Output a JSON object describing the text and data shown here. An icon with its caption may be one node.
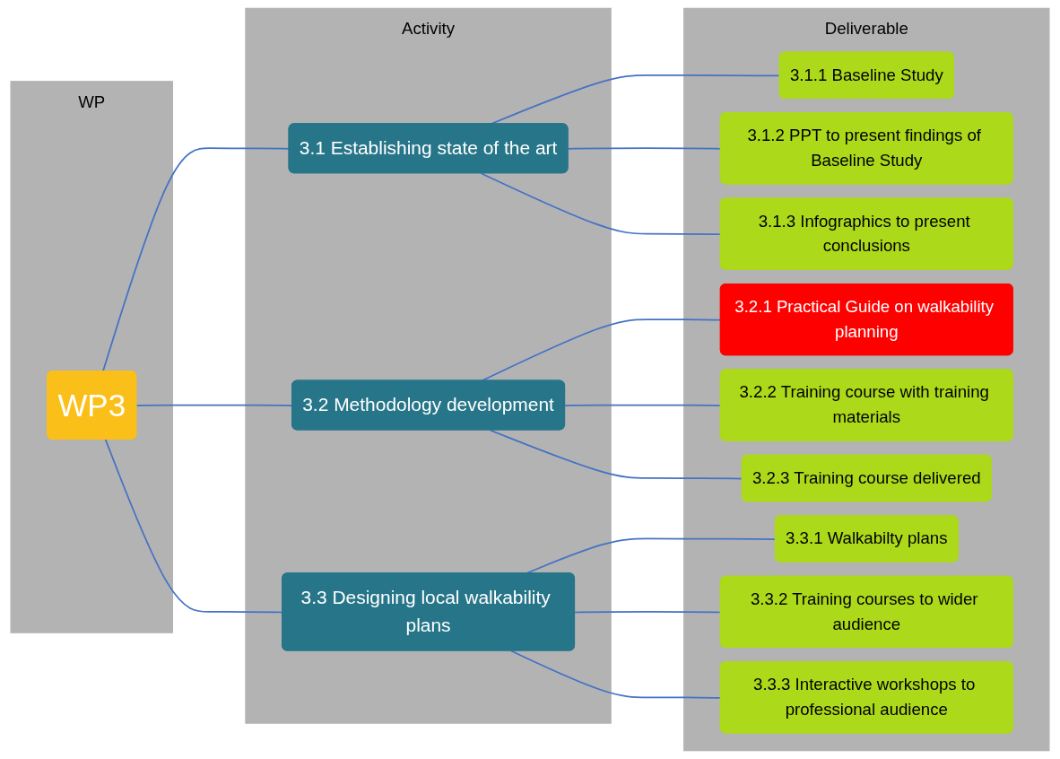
{
  "diagram": {
    "nodes": [
      {
        "text": [
          "WP"
        ]
      },
      {
        "text": [
          "WP3"
        ],
        "in": 0
      },
      {
        "text": [
          "Activity"
        ]
      },
      {
        "text": [
          "3.1 Establishing state of the art"
        ],
        "in": 2
      },
      {
        "text": [
          "3.2 Methodology development"
        ],
        "in": 2
      },
      {
        "text": [
          "3.3 Designing local walkability plans"
        ],
        "in": 2
      },
      {
        "text": [
          "Deliverable"
        ]
      },
      {
        "text": [
          "3.1.1 Baseline Study"
        ],
        "in": 6
      },
      {
        "text": [
          "3.1.2 PPT to present findings of Baseline Study"
        ],
        "in": 6
      },
      {
        "text": [
          "3.1.3 Infographics to present conclusions"
        ],
        "in": 6
      },
      {
        "text": [
          "3.2.1 Practical Guide on walkability planning"
        ],
        "in": 6
      },
      {
        "text": [
          "3.2.2 Training course with training materials"
        ],
        "in": 6
      },
      {
        "text": [
          "3.2.3 Training course delivered"
        ],
        "in": 6
      },
      {
        "text": [
          "3.3.1 Walkabilty plans"
        ],
        "in": 6
      },
      {
        "text": [
          "3.3.2 Training courses to wider audience"
        ],
        "in": 6
      },
      {
        "text": [
          "3.3.3 Interactive workshops to professional audience"
        ],
        "in": 6
      }
    ],
    "edges": [
      {
        "from": 1,
        "to": 3,
        "arrow": "none"
      },
      {
        "from": 1,
        "to": 4,
        "arrow": "none"
      },
      {
        "from": 1,
        "to": 5,
        "arrow": "none"
      },
      {
        "from": 3,
        "to": 7,
        "arrow": "none"
      },
      {
        "from": 3,
        "to": 8,
        "arrow": "none"
      },
      {
        "from": 3,
        "to": 9,
        "arrow": "none"
      },
      {
        "from": 4,
        "to": 10,
        "arrow": "none"
      },
      {
        "from": 4,
        "to": 11,
        "arrow": "none"
      },
      {
        "from": 4,
        "to": 12,
        "arrow": "none"
      },
      {
        "from": 5,
        "to": 13,
        "arrow": "none"
      },
      {
        "from": 5,
        "to": 14,
        "arrow": "none"
      },
      {
        "from": 5,
        "to": 15,
        "arrow": "none"
      }
    ]
  }
}
